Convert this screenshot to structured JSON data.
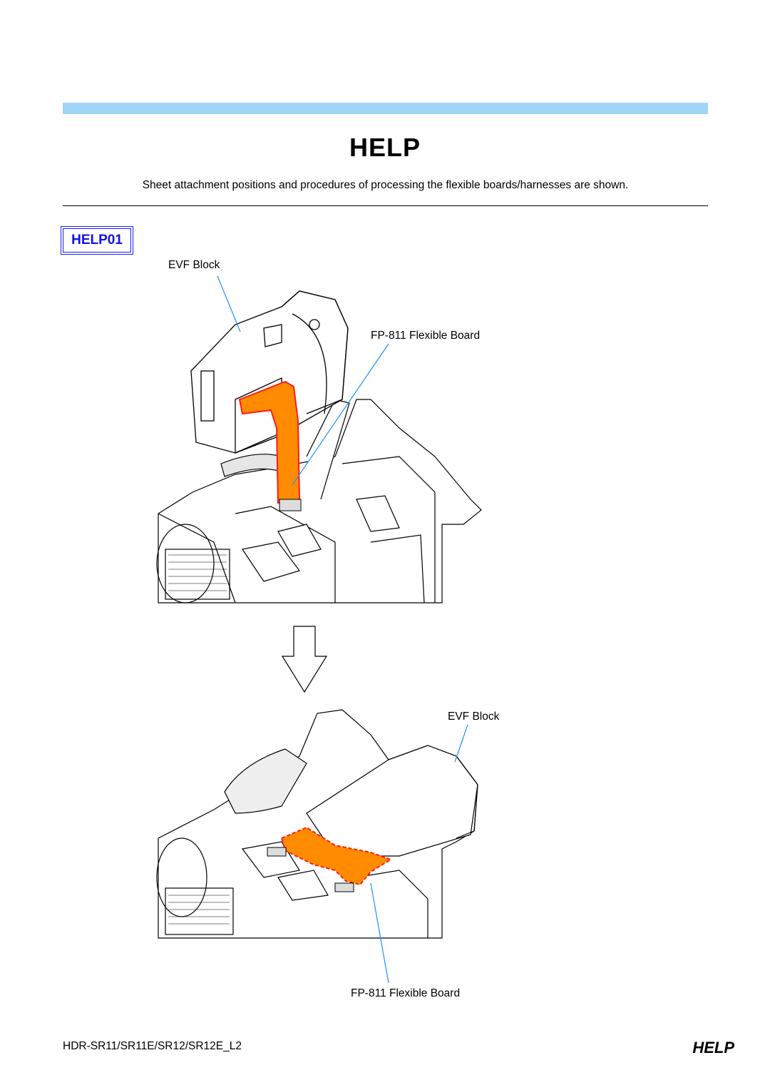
{
  "header": {
    "title": "HELP",
    "subtitle": "Sheet attachment positions and procedures of processing the flexible boards/harnesses are shown."
  },
  "section": {
    "badge": "HELP01"
  },
  "diagram_top": {
    "evf_label": "EVF Block",
    "fp_label": "FP-811 Flexible Board"
  },
  "diagram_bottom": {
    "evf_label": "EVF Block",
    "fp_label": "FP-811 Flexible Board"
  },
  "colors": {
    "band": "#9fd6f5",
    "badge": "#1010ee",
    "flex_board": "#ff8c00",
    "flex_board_outline": "#ff1a1a",
    "leader": "#1e90ff"
  },
  "footer": {
    "model": "HDR-SR11/SR11E/SR12/SR12E_L2",
    "help": "HELP"
  }
}
